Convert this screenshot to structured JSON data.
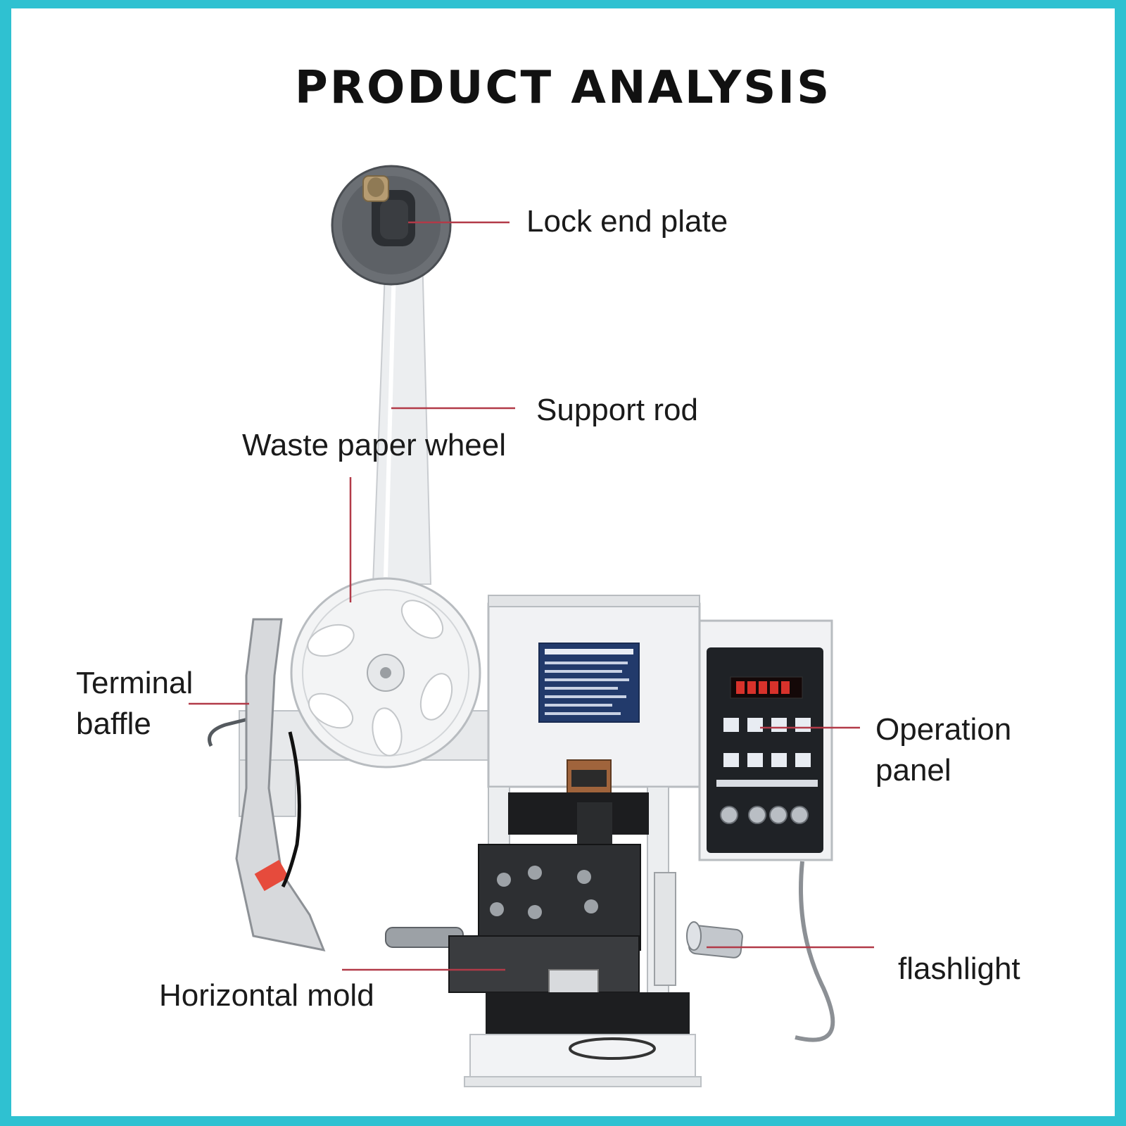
{
  "title": "PRODUCT ANALYSIS",
  "colors": {
    "frame": "#2fc1d1",
    "leader_line": "#b23a48",
    "machine_white": "#eef0f2",
    "panel_dark": "#1f2226"
  },
  "labels": {
    "lock_end_plate": "Lock end plate",
    "support_rod": "Support rod",
    "waste_paper_wheel": "Waste paper wheel",
    "terminal_baffle_line1": "Terminal",
    "terminal_baffle_line2": "baffle",
    "operation_panel_line1": "Operation",
    "operation_panel_line2": "panel",
    "flashlight": "flashlight",
    "horizontal_mold": "Horizontal mold"
  }
}
